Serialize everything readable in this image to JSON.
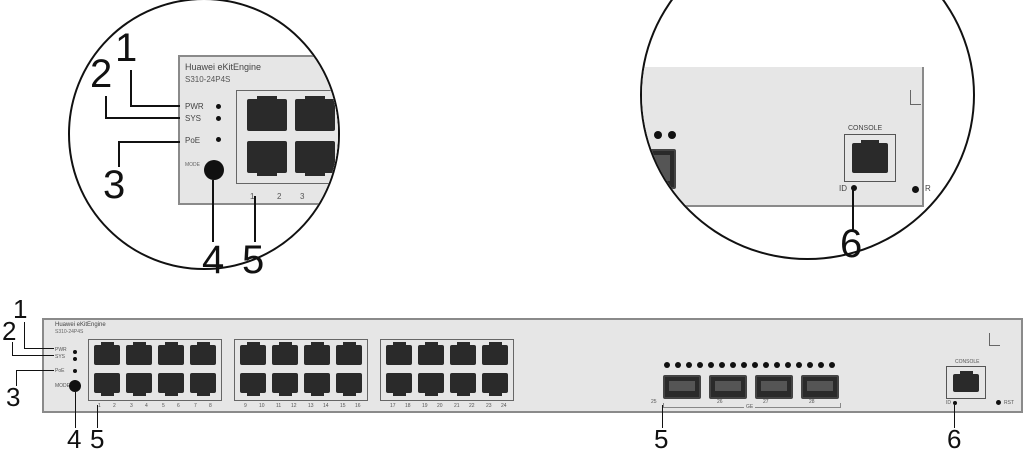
{
  "device": {
    "brand": "Huawei eKitEngine",
    "model_main": "S310-24P4S",
    "model_zoom": "S310-24P4S"
  },
  "leds": {
    "pwr": "PWR",
    "sys": "SYS",
    "poe": "PoE",
    "mode": "MODE"
  },
  "ports": {
    "rj45": [
      "1",
      "2",
      "3",
      "4",
      "5",
      "6",
      "7",
      "8",
      "9",
      "10",
      "11",
      "12",
      "13",
      "14",
      "15",
      "16",
      "17",
      "18",
      "19",
      "20",
      "21",
      "22",
      "23",
      "24"
    ],
    "sfp": [
      "25",
      "26",
      "27",
      "28"
    ],
    "sfp_group_label": "GE"
  },
  "console": {
    "label": "CONSOLE",
    "id_label": "ID",
    "rst_label": "RST",
    "rst_zoom_label": "R"
  },
  "callouts": {
    "c1": "1",
    "c2": "2",
    "c3": "3",
    "c4": "4",
    "c5": "5",
    "c5b": "5",
    "c6": "6"
  }
}
